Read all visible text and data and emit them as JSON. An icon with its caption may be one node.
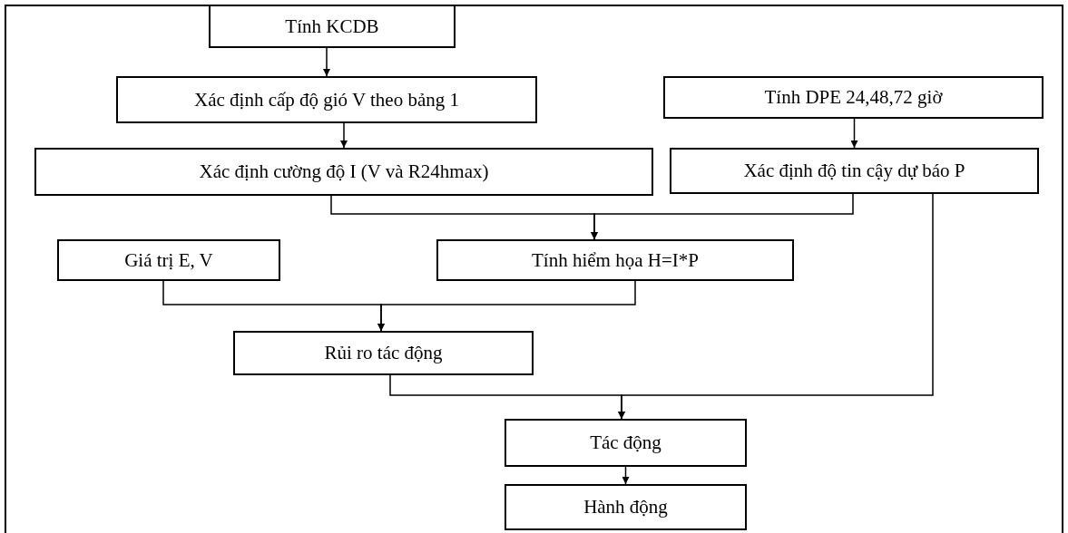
{
  "diagram": {
    "nodes": [
      {
        "text": [
          "Tính KCDB"
        ]
      },
      {
        "text": [
          "Xác định cấp độ gió V theo bảng 1"
        ]
      },
      {
        "text": [
          "Xác định cường độ I (V và R24hmax)"
        ]
      },
      {
        "text": [
          "Tính DPE 24,48,72 giờ"
        ]
      },
      {
        "text": [
          "Xác định độ tin cậy dự báo P"
        ]
      },
      {
        "text": [
          "Giá trị E, V"
        ]
      },
      {
        "text": [
          "Tính hiểm họa H=I*P"
        ]
      },
      {
        "text": [
          "Rủi ro tác động"
        ]
      },
      {
        "text": [
          "Tác động"
        ]
      },
      {
        "text": [
          "Hành động"
        ]
      }
    ],
    "edges": [
      {
        "from": 0,
        "to": 1,
        "arrow": "to"
      },
      {
        "from": 1,
        "to": 2,
        "arrow": "to"
      },
      {
        "from": 3,
        "to": 4,
        "arrow": "to"
      },
      {
        "from": 2,
        "to": 6,
        "arrow": "to"
      },
      {
        "from": 4,
        "to": 6,
        "arrow": "to"
      },
      {
        "from": 5,
        "to": 7,
        "arrow": "to"
      },
      {
        "from": 6,
        "to": 7,
        "arrow": "to"
      },
      {
        "from": 7,
        "to": 8,
        "arrow": "to"
      },
      {
        "from": 4,
        "to": 8,
        "arrow": "to"
      },
      {
        "from": 8,
        "to": 9,
        "arrow": "to"
      }
    ]
  }
}
